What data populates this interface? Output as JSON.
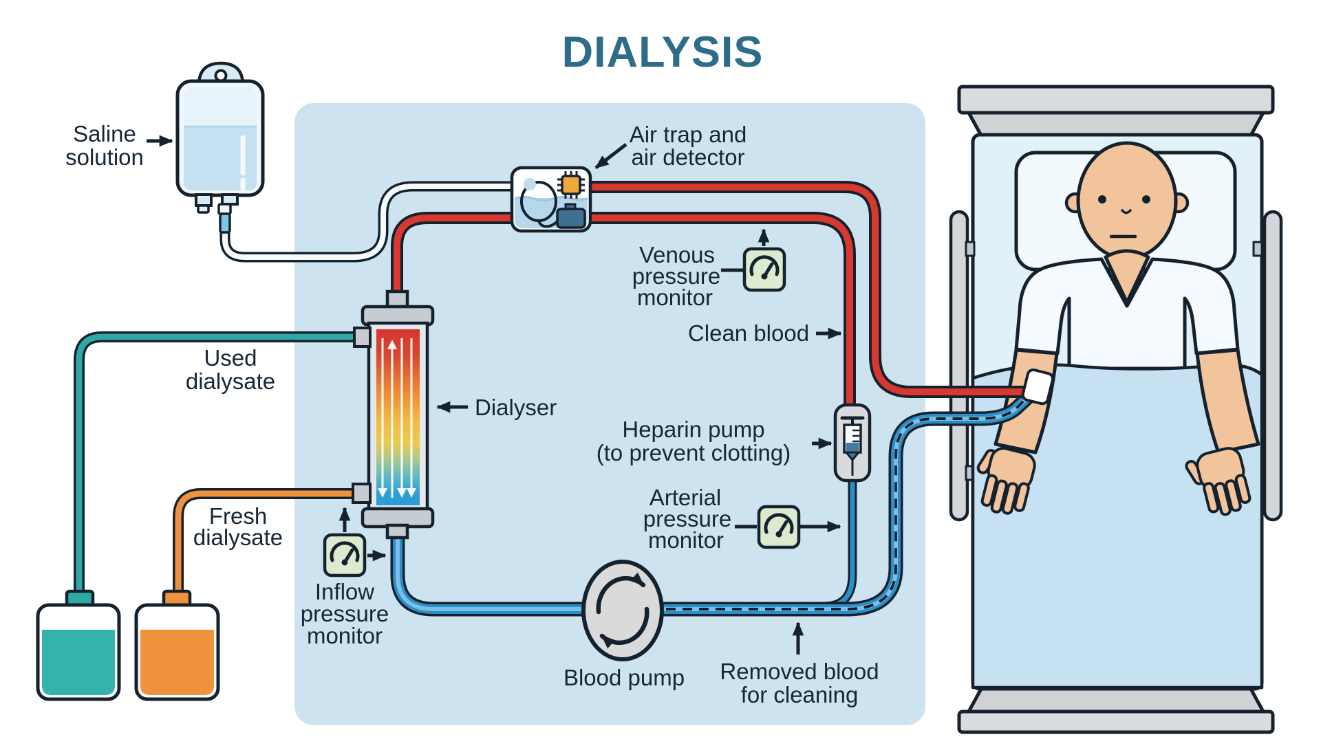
{
  "title": "DIALYSIS",
  "labels": {
    "saline": {
      "lines": [
        "Saline",
        "solution"
      ]
    },
    "air_trap": {
      "lines": [
        "Air trap and",
        "air detector"
      ]
    },
    "venous": {
      "lines": [
        "Venous",
        "pressure",
        "monitor"
      ]
    },
    "clean_blood": {
      "lines": [
        "Clean blood"
      ]
    },
    "heparin": {
      "lines": [
        "Heparin pump",
        "(to prevent clotting)"
      ]
    },
    "arterial": {
      "lines": [
        "Arterial",
        "pressure",
        "monitor"
      ]
    },
    "dialyser": {
      "lines": [
        "Dialyser"
      ]
    },
    "used_dialysate": {
      "lines": [
        "Used",
        "dialysate"
      ]
    },
    "fresh_dialysate": {
      "lines": [
        "Fresh",
        "dialysate"
      ]
    },
    "inflow": {
      "lines": [
        "Inflow",
        "pressure",
        "monitor"
      ]
    },
    "blood_pump": {
      "lines": [
        "Blood pump"
      ]
    },
    "removed_blood": {
      "lines": [
        "Removed blood",
        "for cleaning"
      ]
    }
  },
  "icons": {
    "saline_bag": "iv-bag-icon",
    "air_trap_chamber": "air-trap-chamber-icon",
    "air_detector_chip": "chip-icon",
    "pressure_gauge": "gauge-icon",
    "heparin_syringe": "syringe-icon",
    "blood_pump": "circular-pump-icon",
    "dialyser_column": "dialyser-column-icon",
    "used_dialysate_container": "container-icon",
    "fresh_dialysate_container": "container-icon",
    "patient_in_bed": "patient-in-bed-icon"
  },
  "colors": {
    "title": "#2e6d89",
    "panel": "#cde4f0",
    "outline": "#15222e",
    "blood_red": "#d8382f",
    "blood_blue": "#2b8fc7",
    "blue_core": "#79bfe6",
    "teal": "#2fa9a6",
    "orange": "#f0923b",
    "gauge_green": "#dcead0",
    "skin": "#f1c49c",
    "gray": "#c6ccd1"
  }
}
